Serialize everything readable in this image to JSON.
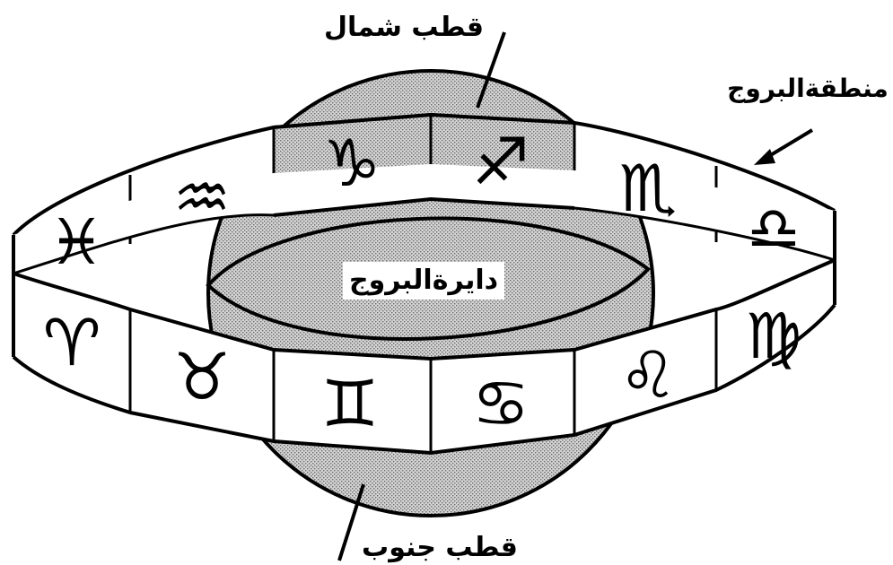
{
  "labels": {
    "north_pole": "قطب شمال",
    "south_pole": "قطب جنوب",
    "zodiac_belt": "منطقةالبروج",
    "ecliptic": "دايرةالبروج"
  },
  "signs": {
    "capricorn": "♑",
    "sagittarius": "♐",
    "scorpio": "♏",
    "libra": "♎",
    "aquarius": "♒",
    "pisces": "♓",
    "aries": "♈",
    "taurus": "♉",
    "gemini": "♊",
    "cancer": "♋",
    "leo": "♌",
    "virgo": "♍"
  },
  "colors": {
    "ink": "#000000",
    "sphere_fill": "#c8c8c8",
    "belt_fill": "#ffffff"
  }
}
